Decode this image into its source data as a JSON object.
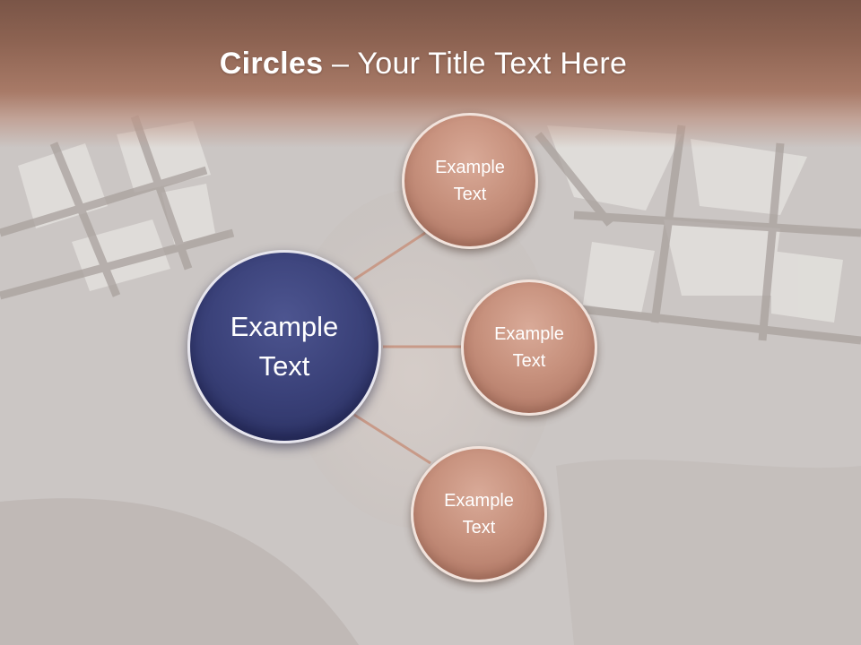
{
  "slide": {
    "title_bold": "Circles",
    "title_rest": " – Your Title Text Here"
  },
  "center_circle": {
    "label": "Example\nText",
    "color": "#3a4179"
  },
  "outer_circles": [
    {
      "label": "Example\nText"
    },
    {
      "label": "Example\nText"
    },
    {
      "label": "Example\nText"
    }
  ],
  "colors": {
    "header": "#8d6352",
    "outer_circle_fill": "#c7917d",
    "connector": "#c89a88"
  }
}
